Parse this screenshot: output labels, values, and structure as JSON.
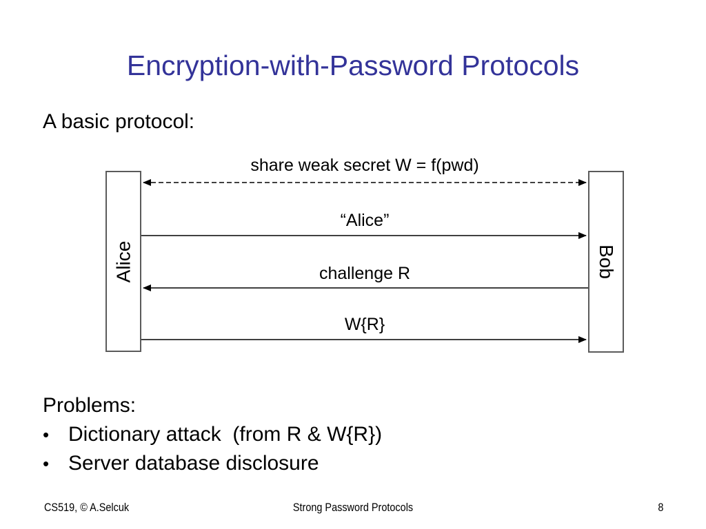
{
  "slide": {
    "title": "Encryption-with-Password Protocols",
    "title_color": "#333399",
    "intro": "A basic protocol:"
  },
  "diagram": {
    "left_actor": "Alice",
    "right_actor": "Bob",
    "messages": [
      {
        "label": "share weak secret W = f(pwd)",
        "direction": "both",
        "style": "dashed"
      },
      {
        "label": "“Alice”",
        "direction": "left-to-right",
        "style": "solid"
      },
      {
        "label": "challenge R",
        "direction": "right-to-left",
        "style": "solid"
      },
      {
        "label": "W{R}",
        "direction": "left-to-right",
        "style": "solid"
      }
    ]
  },
  "problems": {
    "heading": "Problems:",
    "bullet_char": "•",
    "items": [
      "Dictionary attack  (from R & W{R})",
      "Server database disclosure"
    ]
  },
  "footer": {
    "left": "CS519, © A.Selcuk",
    "center": "Strong Password Protocols",
    "page_number": "8"
  }
}
